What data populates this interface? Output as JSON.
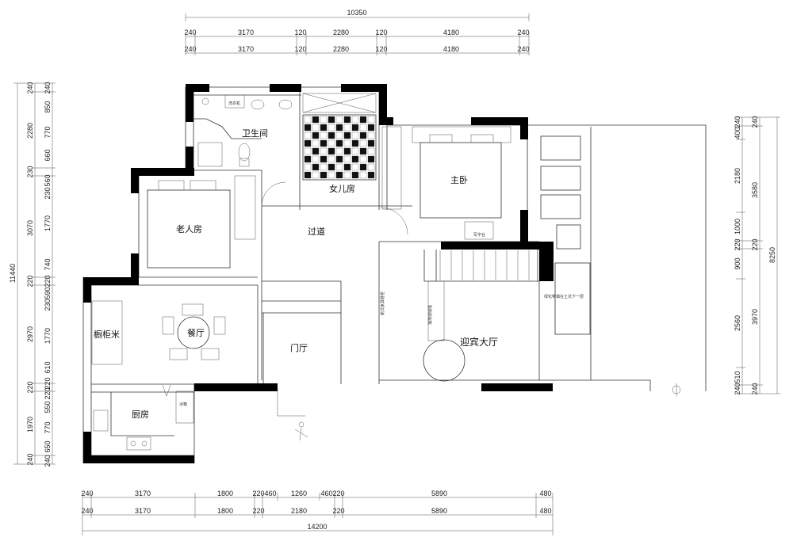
{
  "colors": {
    "wall": "#000000",
    "line": "#333333",
    "text": "#111111"
  },
  "dims": {
    "top_total": "10350",
    "top_row1": [
      "240",
      "3170",
      "120",
      "2280",
      "120",
      "4180",
      "240"
    ],
    "top_row2": [
      "240",
      "3170",
      "120",
      "2280",
      "120",
      "4180",
      "240"
    ],
    "bottom_row1": [
      "240",
      "3170",
      "1800",
      "220",
      "460",
      "1260",
      "460",
      "220",
      "5890",
      "480"
    ],
    "bottom_row2": [
      "240",
      "3170",
      "1800",
      "220",
      "2180",
      "220",
      "5890",
      "480"
    ],
    "bottom_total": "14200",
    "left_total": "11440",
    "left_col1": [
      "240",
      "2280",
      "230",
      "3070",
      "220",
      "2970",
      "220",
      "1970",
      "240"
    ],
    "left_col2": [
      "240",
      "850",
      "770",
      "660",
      "560",
      "230",
      "1770",
      "740",
      "220",
      "590",
      "230",
      "1770",
      "610",
      "220",
      "220",
      "550",
      "770",
      "650",
      "240"
    ],
    "right_total": "8250",
    "right_col1": [
      "240",
      "3580",
      "220",
      "3970",
      "240"
    ],
    "right_col2": [
      "240",
      "400",
      "2180",
      "1000",
      "220",
      "900",
      "2560",
      "510",
      "240"
    ]
  },
  "rooms": {
    "bathroom": "卫生间",
    "daughter": "女儿房",
    "master": "主卧",
    "elder": "老人房",
    "corridor": "过道",
    "dining": "餐厅",
    "foyer": "门厅",
    "reception": "迎宾大厅",
    "kitchen": "厨房",
    "cabinet": "橱柜米"
  },
  "notes": {
    "bath_fixture": "洗衣机",
    "desk": "写字台",
    "garden": "绿化带填在土坑下一层",
    "hall_label1": "新式家具鞋柜",
    "hall_label2": "落地玻璃墙",
    "kitchen_side": "冰箱"
  }
}
